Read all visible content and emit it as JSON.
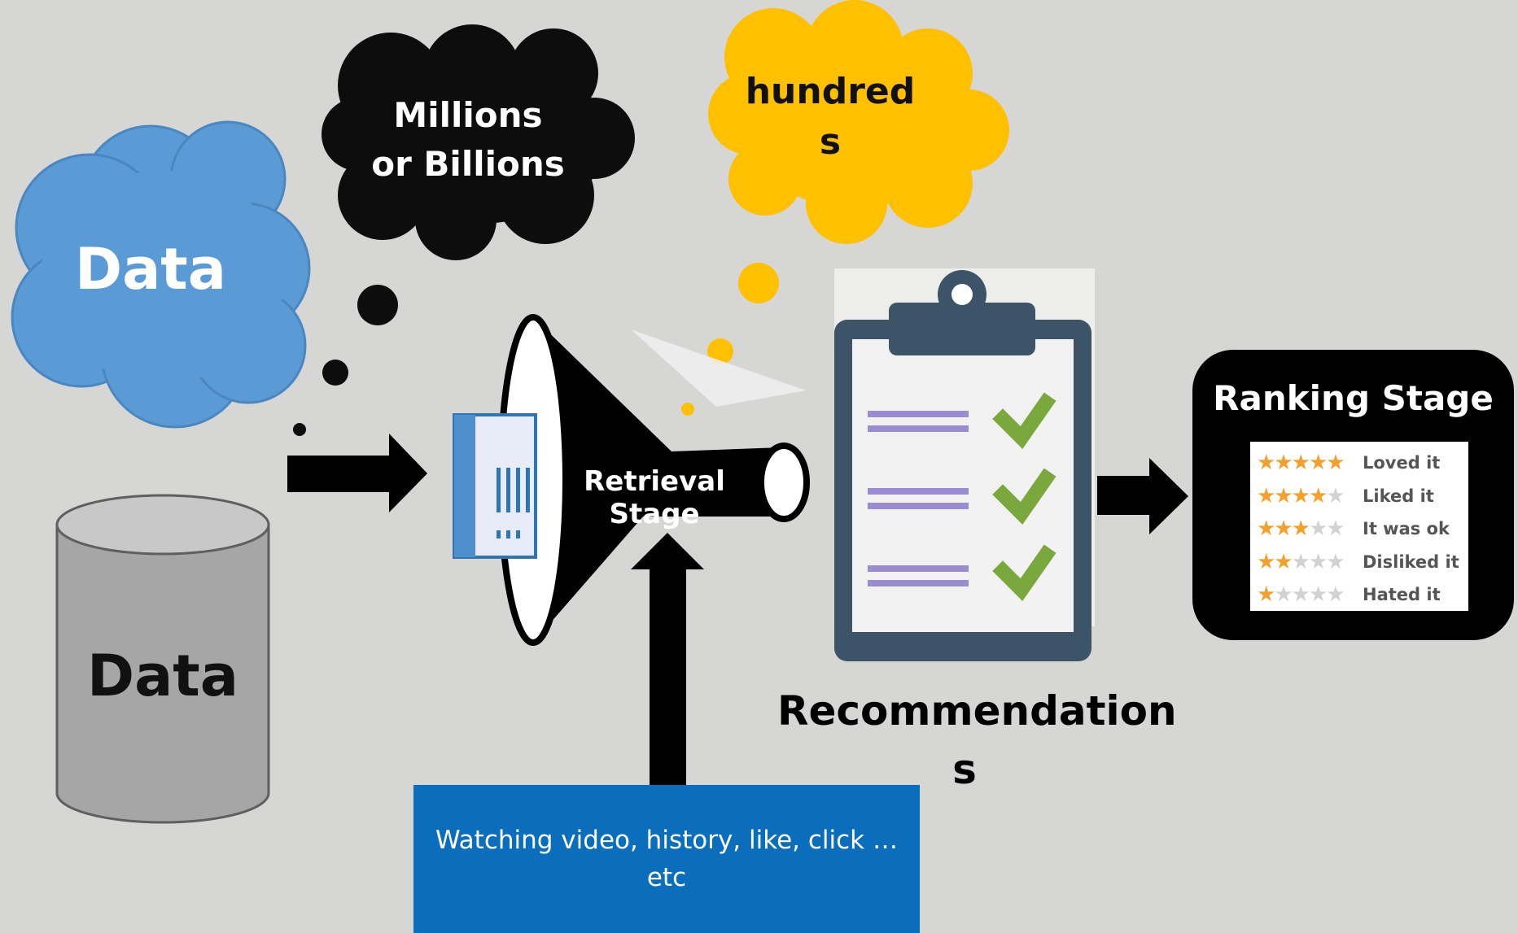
{
  "labels": {
    "data_cloud": "Data",
    "millions_line1": "Millions",
    "millions_line2": "or Billions",
    "hundreds_line1": "hundred",
    "hundreds_line2": "s",
    "data_db": "Data",
    "retrieval": "Retrieval Stage",
    "recommendations_line1": "Recommendation",
    "recommendations_line2": "s",
    "ranking": "Ranking Stage",
    "behavior_line1": "Watching video, history, like, click …",
    "behavior_line2": "etc"
  },
  "ratings": [
    {
      "stars": 5,
      "label": "Loved it"
    },
    {
      "stars": 4,
      "label": "Liked it"
    },
    {
      "stars": 3,
      "label": "It was ok"
    },
    {
      "stars": 2,
      "label": "Disliked it"
    },
    {
      "stars": 1,
      "label": "Hated it"
    }
  ],
  "colors": {
    "data_cloud": "#5b9bd5",
    "millions_cloud": "#0d0d0d",
    "hundreds_cloud": "#ffc000",
    "database": "#a6a6a6",
    "funnel": "#000000",
    "clipboard": "#3d5368",
    "check": "#7aa83c",
    "lines": "#9b8bd0",
    "behavior_box": "#0a6ebd",
    "star_on": "#f2a12c",
    "star_off": "#d2d2d2"
  }
}
